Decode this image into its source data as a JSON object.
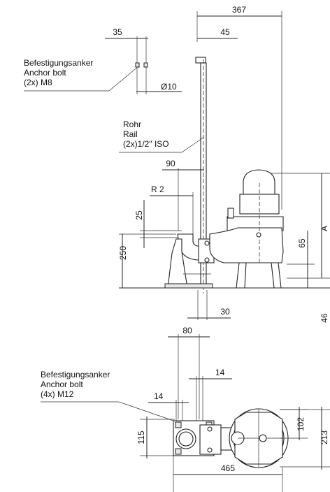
{
  "side_view": {
    "dims": {
      "overall_width": "367",
      "rail_offset": "45",
      "anchor_spacing": "35",
      "anchor_dia": "Ø10",
      "pipe_offset": "90",
      "radius": "R 2",
      "flange_drop": "25",
      "outlet_height": "250",
      "base_height": "65",
      "rail_to_base": "30",
      "right_a": "A",
      "right_46": "46"
    },
    "anchor_label": [
      "Befestigungsanker",
      "Anchor bolt",
      "(2x) M8"
    ],
    "rail_label": [
      "Rohr",
      "Rail",
      "(2x)1/2\" ISO"
    ]
  },
  "plan_view": {
    "dims": {
      "dim_80": "80",
      "dim_14_right": "14",
      "dim_14_left": "14",
      "dim_115": "115",
      "dim_102": "102",
      "dim_213": "213",
      "dim_465": "465"
    },
    "anchor_label": [
      "Befestigungsanker",
      "Anchor bolt",
      "(4x) M12"
    ]
  }
}
